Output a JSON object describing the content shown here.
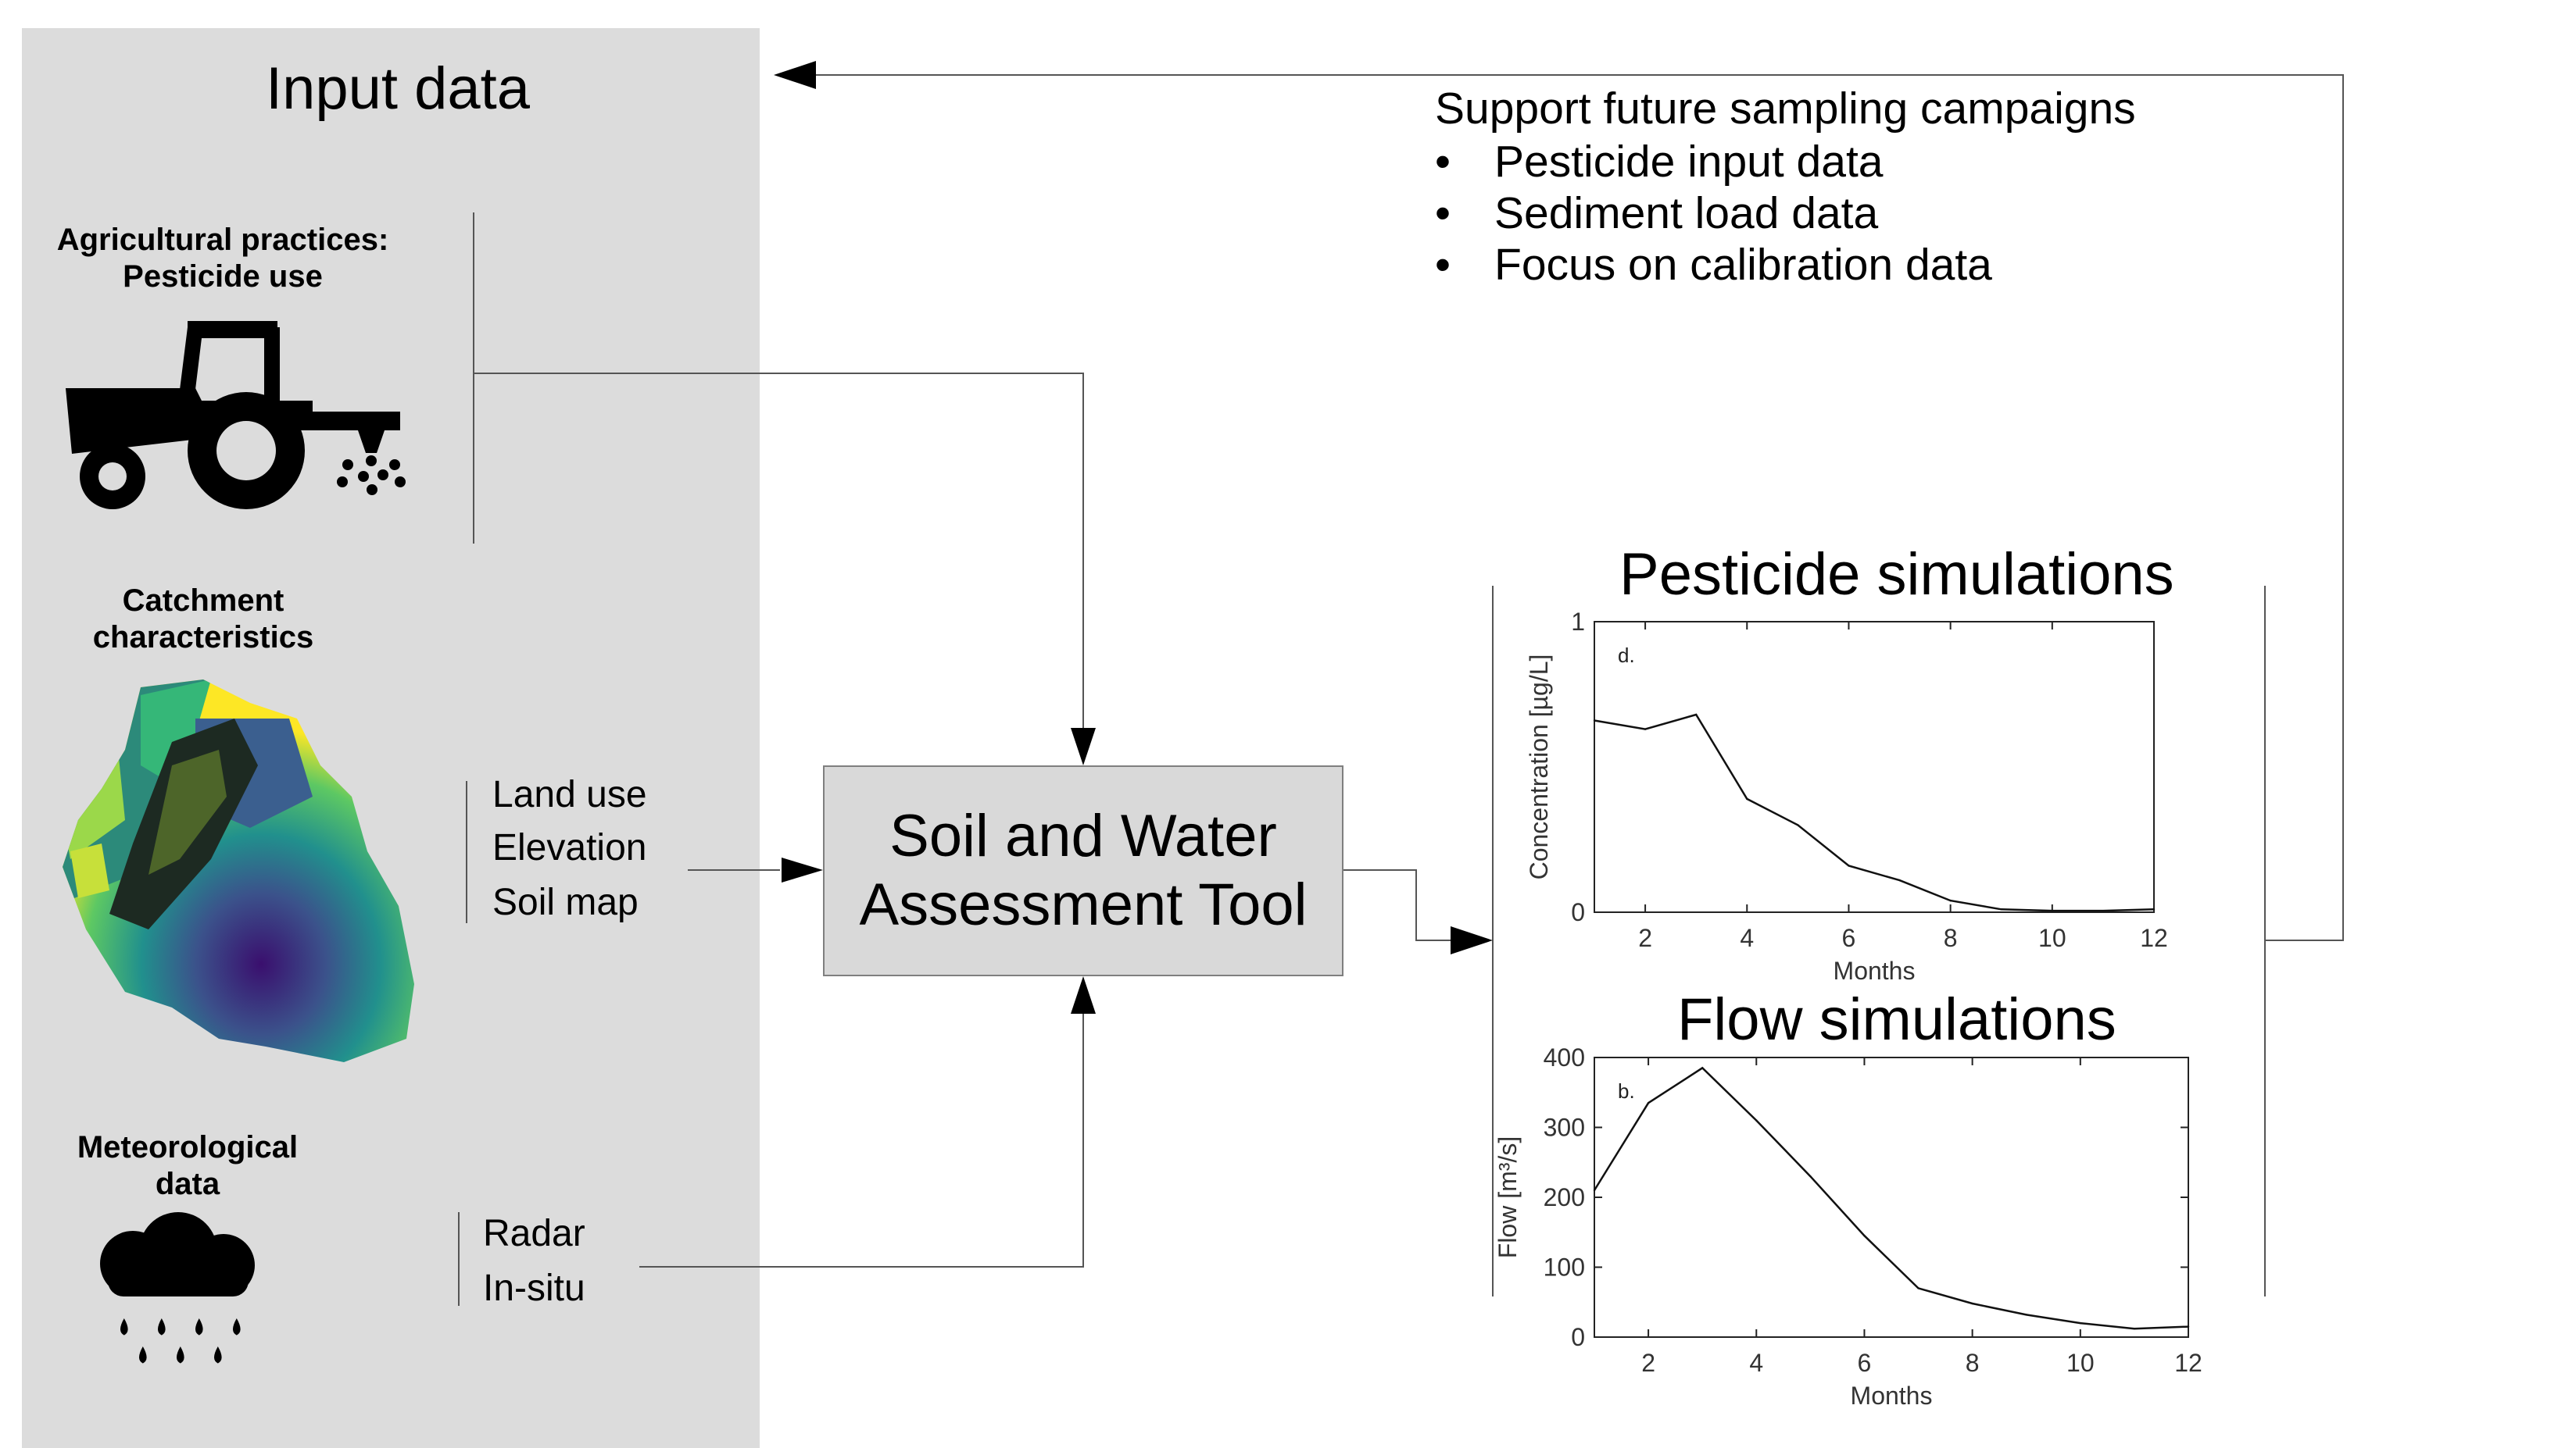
{
  "input_panel": {
    "title": "Input data",
    "agriculture": {
      "label_line1": "Agricultural practices:",
      "label_line2": "Pesticide use",
      "icon": "tractor-sprayer-icon"
    },
    "catchment": {
      "label_line1": "Catchment",
      "label_line2": "characteristics",
      "image": "catchment-elevation-map",
      "items": [
        "Land use",
        "Elevation",
        "Soil map"
      ]
    },
    "meteo": {
      "label_line1": "Meteorological",
      "label_line2": "data",
      "icon": "rain-cloud-icon",
      "items": [
        "Radar",
        "In-situ"
      ]
    }
  },
  "model": {
    "line1": "Soil and Water",
    "line2": "Assessment Tool"
  },
  "feedback": {
    "heading": "Support future sampling campaigns",
    "bullet": "•",
    "items": [
      "Pesticide input data",
      "Sediment load data",
      "Focus on calibration data"
    ]
  },
  "colors": {
    "panel": "#dcdcdc",
    "box": "#d9d9d9",
    "line": "#555555"
  },
  "chart_data": [
    {
      "type": "line",
      "title": "Pesticide simulations",
      "panel_label": "d.",
      "xlabel": "Months",
      "ylabel": "Concentration [µg/L]",
      "xlim": [
        1,
        12
      ],
      "ylim": [
        0,
        1
      ],
      "xticks": [
        "2",
        "4",
        "6",
        "8",
        "10",
        "12"
      ],
      "yticks": [
        "0",
        "1"
      ],
      "x": [
        1,
        2,
        3,
        4,
        5,
        6,
        7,
        8,
        9,
        10,
        11,
        12
      ],
      "values": [
        0.66,
        0.63,
        0.68,
        0.39,
        0.3,
        0.16,
        0.11,
        0.04,
        0.01,
        0.005,
        0.005,
        0.01
      ]
    },
    {
      "type": "line",
      "title": "Flow simulations",
      "panel_label": "b.",
      "xlabel": "Months",
      "ylabel": "Flow [m³/s]",
      "xlim": [
        1,
        12
      ],
      "ylim": [
        0,
        400
      ],
      "xticks": [
        "2",
        "4",
        "6",
        "8",
        "10",
        "12"
      ],
      "yticks": [
        "0",
        "100",
        "200",
        "300",
        "400"
      ],
      "x": [
        1,
        2,
        3,
        4,
        5,
        6,
        7,
        8,
        9,
        10,
        11,
        12
      ],
      "values": [
        210,
        335,
        385,
        310,
        230,
        145,
        70,
        48,
        32,
        20,
        12,
        15
      ]
    }
  ]
}
